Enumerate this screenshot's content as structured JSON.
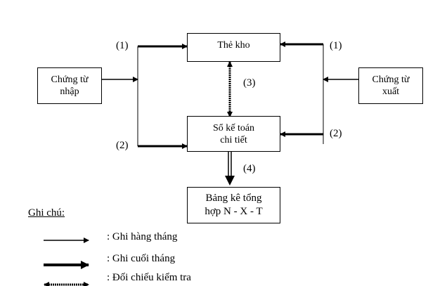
{
  "nodes": {
    "chung_tu_nhap": {
      "line1": "Chứng từ",
      "line2": "nhập"
    },
    "chung_tu_xuat": {
      "line1": "Chứng từ",
      "line2": "xuất"
    },
    "the_kho": {
      "line1": "Thẻ kho"
    },
    "so_ke_toan": {
      "line1": "Sổ kế toán",
      "line2": "chi tiết"
    },
    "bang_ke": {
      "line1": "Bảng kê tổng",
      "line2": "hợp N - X - T"
    }
  },
  "edge_labels": {
    "left_1": "(1)",
    "left_2": "(2)",
    "right_1": "(1)",
    "right_2": "(2)",
    "mid_3": "(3)",
    "mid_4": "(4)"
  },
  "legend": {
    "title": "Ghi chú:",
    "items": [
      {
        "style": "thin-arrow",
        "label": ": Ghi hàng tháng"
      },
      {
        "style": "thick-arrow",
        "label": ": Ghi cuối tháng"
      },
      {
        "style": "dotted-double-arrow",
        "label": ": Đối chiếu kiểm tra"
      }
    ]
  }
}
